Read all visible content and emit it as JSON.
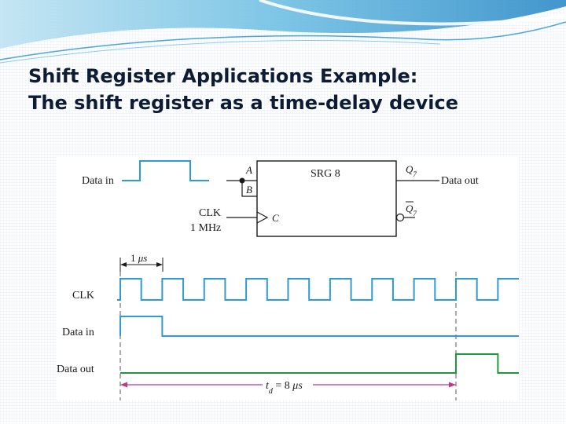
{
  "slide": {
    "title_line1": "Shift Register Applications Example:",
    "title_line2": "The shift register as a time-delay device"
  },
  "colors": {
    "title": "#0d1b33",
    "swoosh": "#2e8bc8",
    "clk_wave": "#2e9ad6",
    "data_in_wave": "#2e9ad6",
    "data_out_wave": "#1e9a3c",
    "line": "#1a1a1a"
  },
  "circuit": {
    "data_in_label": "Data in",
    "block_name": "SRG 8",
    "input_a": "A",
    "input_b": "B",
    "input_c": "C",
    "clk_label": "CLK",
    "clk_freq": "1 MHz",
    "output_q": "Q",
    "output_qbar": "Q",
    "output_sub": "7",
    "data_out_label": "Data out"
  },
  "timing": {
    "period_label_num": "1 ",
    "period_label_unit": "μs",
    "clk_label": "CLK",
    "data_in_label": "Data in",
    "data_out_label": "Data out",
    "delay_t": "t",
    "delay_sub": "d",
    "delay_value": " = 8 ",
    "delay_unit": "μs",
    "clock_periods_visible": 9.5,
    "delay_periods": 8,
    "data_in_high_periods": [
      0,
      1
    ],
    "data_out_high_periods": [
      8,
      9
    ]
  }
}
